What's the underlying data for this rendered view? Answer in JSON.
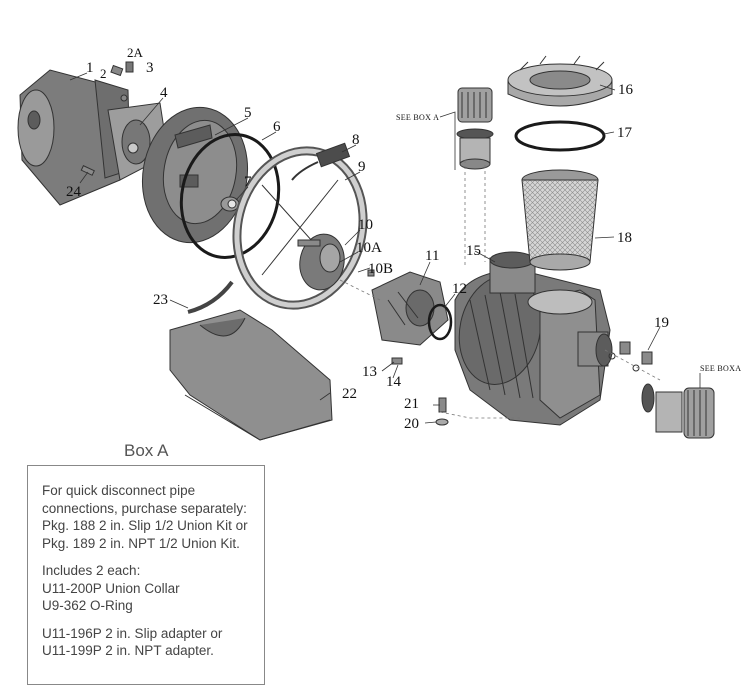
{
  "labels": {
    "p1": "1",
    "p2": "2",
    "p2a": "2A",
    "p3": "3",
    "p4": "4",
    "p5": "5",
    "p6": "6",
    "p7": "7",
    "p8": "8",
    "p9": "9",
    "p10": "10",
    "p10a": "10A",
    "p10b": "10B",
    "p11": "11",
    "p12": "12",
    "p13": "13",
    "p14": "14",
    "p15": "15",
    "p16": "16",
    "p17": "17",
    "p18": "18",
    "p19": "19",
    "p20": "20",
    "p21": "21",
    "p22": "22",
    "p23": "23",
    "p24": "24"
  },
  "callouts": {
    "see_box_top": "SEE BOX A",
    "see_box_right": "SEE BOXA"
  },
  "box_a": {
    "title": "Box A",
    "para1": [
      "For quick disconnect pipe",
      "connections, purchase separately:",
      "Pkg. 188 2 in. Slip 1/2 Union Kit or",
      "Pkg. 189 2 in. NPT 1/2 Union Kit."
    ],
    "para2": [
      "Includes 2 each:",
      "U11-200P Union Collar",
      "U9-362 O-Ring"
    ],
    "para3": [
      "U11-196P 2 in. Slip adapter or",
      "U11-199P 2 in. NPT adapter."
    ]
  },
  "colors": {
    "part_fill": "#8a8a8a",
    "part_dark": "#5c5c5c",
    "part_light": "#bdbdbd",
    "ring": "#1a1a1a"
  }
}
